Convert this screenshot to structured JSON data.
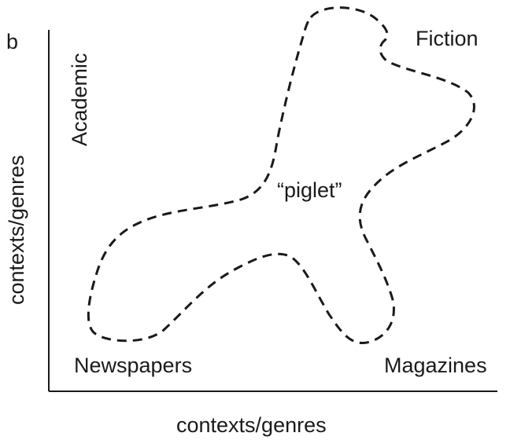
{
  "figure": {
    "panel_letter": "b",
    "x_axis_label": "contexts/genres",
    "y_axis_label": "contexts/genres",
    "labels": {
      "academic": "Academic",
      "fiction": "Fiction",
      "newspapers": "Newspapers",
      "magazines": "Magazines",
      "blob": "“piglet”"
    },
    "colors": {
      "ink": "#1a1a1a",
      "background": "#ffffff"
    }
  }
}
